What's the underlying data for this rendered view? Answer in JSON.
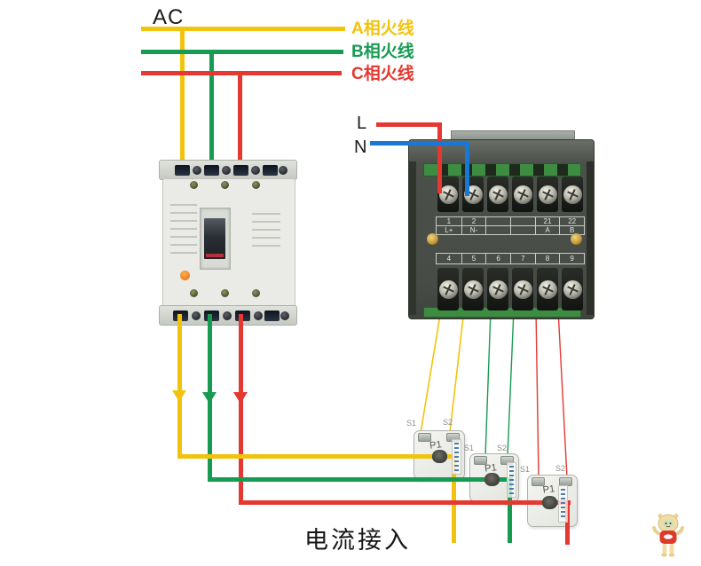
{
  "ac_label": "AC",
  "phases": [
    {
      "label": "A相火线"
    },
    {
      "label": "B相火线"
    },
    {
      "label": "C相火线"
    }
  ],
  "power_input": {
    "live_label": "L",
    "neutral_label": "N"
  },
  "meter": {
    "top_row_numbers": [
      "1",
      "2",
      "",
      "",
      "21",
      "22"
    ],
    "top_row_names": [
      "L+",
      "N-",
      "",
      "",
      "A",
      "B"
    ],
    "bottom_row_numbers": [
      "4",
      "5",
      "6",
      "7",
      "8",
      "9"
    ]
  },
  "cts": [
    {
      "p1": "P1",
      "s1": "S1",
      "s2": "S2"
    },
    {
      "p1": "P1",
      "s1": "S1",
      "s2": "S2"
    },
    {
      "p1": "P1",
      "s1": "S1",
      "s2": "S2"
    }
  ],
  "caption": "电流接入",
  "colors": {
    "phase_a": "#F2C30D",
    "phase_b": "#179B52",
    "phase_c": "#E43831",
    "neutral": "#1878D8"
  }
}
